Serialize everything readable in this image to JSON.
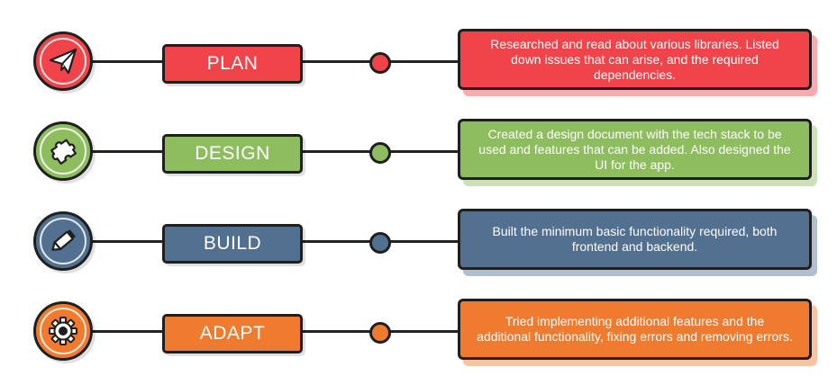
{
  "steps": [
    {
      "label": "PLAN",
      "icon": "paper-plane-icon",
      "color": "#f0434a",
      "description": "Researched and read about various libraries. Listed down issues that can arise, and the required dependencies."
    },
    {
      "label": "DESIGN",
      "icon": "puzzle-piece-icon",
      "color": "#8dbd5f",
      "description": "Created a design document with the tech stack to be used and features that can be added. Also designed the UI for the app."
    },
    {
      "label": "BUILD",
      "icon": "pencil-icon",
      "color": "#52708f",
      "description": "Built the minimum basic functionality required, both frontend and backend."
    },
    {
      "label": "ADAPT",
      "icon": "gear-icon",
      "color": "#f07a2e",
      "description": "Tried implementing additional features and the additional functionality, fixing errors and removing errors."
    }
  ]
}
